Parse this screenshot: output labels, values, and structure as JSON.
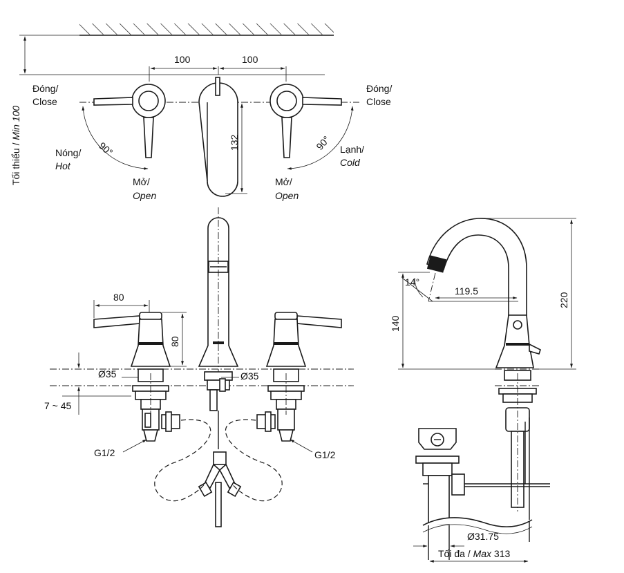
{
  "top_view": {
    "dim_left": "100",
    "dim_right": "100",
    "dim_spout": "132",
    "angle_left": "90°",
    "angle_right": "90°",
    "min_label_vi": "Tối thiểu / ",
    "min_label_en": "Min 100"
  },
  "labels": {
    "close_left_vi": "Đóng/",
    "close_left_en": "Close",
    "close_right_vi": "Đóng/",
    "close_right_en": "Close",
    "hot_vi": "Nóng/",
    "hot_en": "Hot",
    "cold_vi": "Lạnh/",
    "cold_en": "Cold",
    "open_left_vi": "Mở/",
    "open_left_en": "Open",
    "open_right_vi": "Mở/",
    "open_right_en": "Open"
  },
  "front_view": {
    "dim_handle": "80",
    "dim_height": "80",
    "dia_left": "Ø35",
    "dia_right": "Ø35",
    "deck_range": "7 ~ 45",
    "thread_left": "G1/2",
    "thread_right": "G1/2"
  },
  "side_view": {
    "angle": "14°",
    "reach": "119.5",
    "height_140": "140",
    "height_220": "220",
    "drain_dia": "Ø31.75",
    "max_label_vi": "Tối đa / ",
    "max_label_en": "Max",
    "max_value": " 313"
  }
}
